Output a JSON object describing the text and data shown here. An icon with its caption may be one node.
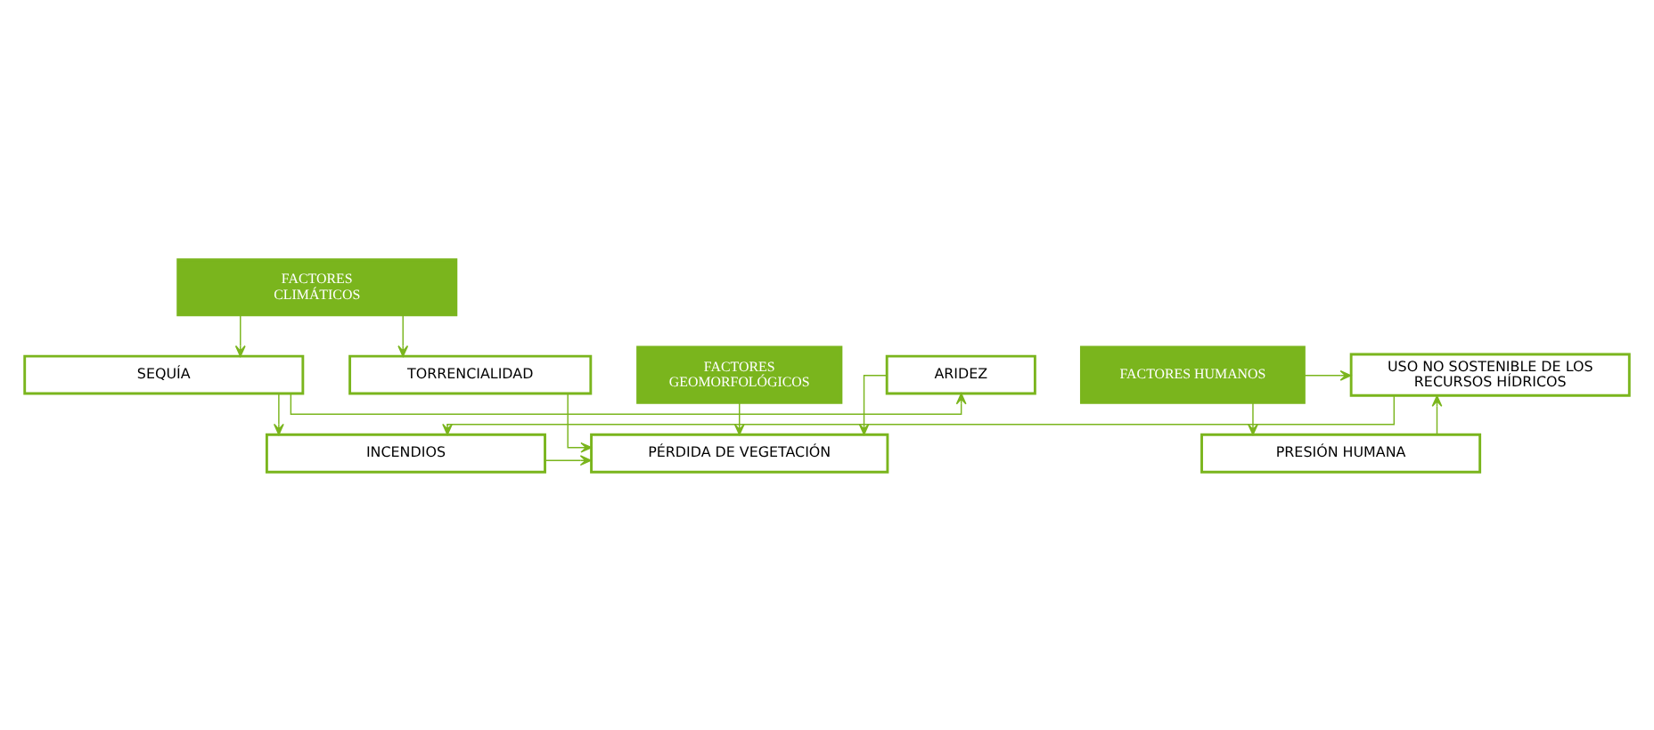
{
  "diagram": {
    "nodes": [
      {
        "text": [
          "FACTORES CLIMÁTICOS"
        ]
      },
      {
        "text": [
          "TORRENCIALIDAD"
        ]
      },
      {
        "text": [
          "SEQUÍA"
        ]
      },
      {
        "text": [
          "ARIDEZ"
        ]
      },
      {
        "text": [
          "FACTORES GEOMORFOLÓGICOS"
        ]
      },
      {
        "text": [
          "INCENDIOS"
        ]
      },
      {
        "text": [
          "PÉRDIDA DE VEGETACIÓN"
        ]
      },
      {
        "text": [
          "USO NO SOSTENIBLE DE LOS RECURSOS HÍDRICOS"
        ]
      },
      {
        "text": [
          "FACTORES HUMANOS"
        ]
      },
      {
        "text": [
          "PRESIÓN HUMANA"
        ]
      }
    ],
    "edges": [
      {
        "from": 0,
        "to": 2,
        "arrow": "to"
      },
      {
        "from": 0,
        "to": 1,
        "arrow": "to"
      },
      {
        "from": 2,
        "to": 3,
        "arrow": "to"
      },
      {
        "from": 2,
        "to": 5,
        "arrow": "to"
      },
      {
        "from": 3,
        "to": 6,
        "arrow": "to"
      },
      {
        "from": 1,
        "to": 6,
        "arrow": "to"
      },
      {
        "from": 4,
        "to": 6,
        "arrow": "to"
      },
      {
        "from": 5,
        "to": 6,
        "arrow": "to"
      },
      {
        "from": 7,
        "to": 5,
        "arrow": "to"
      },
      {
        "from": 9,
        "to": 7,
        "arrow": "to"
      },
      {
        "from": 8,
        "to": 7,
        "arrow": "to"
      },
      {
        "from": 8,
        "to": 9,
        "arrow": "to"
      }
    ]
  }
}
